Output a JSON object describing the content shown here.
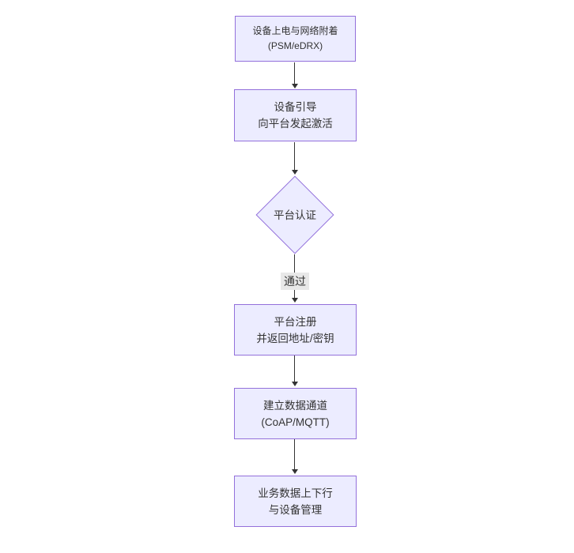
{
  "diagram": {
    "type": "flowchart-vertical",
    "background_color": "#ffffff",
    "node_fill_color": "#ECECFF",
    "node_border_color": "#9370DB",
    "arrow_color": "#333333",
    "edge_label_background": "#e8e8e8",
    "text_color": "#333333",
    "nodes": [
      {
        "id": "power-attach",
        "type": "rect",
        "lines": [
          "设备上电与网络附着",
          "(PSM/eDRX)"
        ]
      },
      {
        "id": "bootstrap",
        "type": "rect",
        "lines": [
          "设备引导",
          "向平台发起激活"
        ]
      },
      {
        "id": "platform-auth",
        "type": "diamond",
        "lines": [
          "平台认证"
        ]
      },
      {
        "id": "platform-register",
        "type": "rect",
        "lines": [
          "平台注册",
          "并返回地址/密钥"
        ]
      },
      {
        "id": "data-channel",
        "type": "rect",
        "lines": [
          "建立数据通道",
          "(CoAP/MQTT)"
        ]
      },
      {
        "id": "business-data",
        "type": "rect",
        "lines": [
          "业务数据上下行",
          "与设备管理"
        ]
      }
    ],
    "edges": [
      {
        "from": "power-attach",
        "to": "bootstrap",
        "label": ""
      },
      {
        "from": "bootstrap",
        "to": "platform-auth",
        "label": ""
      },
      {
        "from": "platform-auth",
        "to": "platform-register",
        "label": "通过"
      },
      {
        "from": "platform-register",
        "to": "data-channel",
        "label": ""
      },
      {
        "from": "data-channel",
        "to": "business-data",
        "label": ""
      }
    ]
  }
}
